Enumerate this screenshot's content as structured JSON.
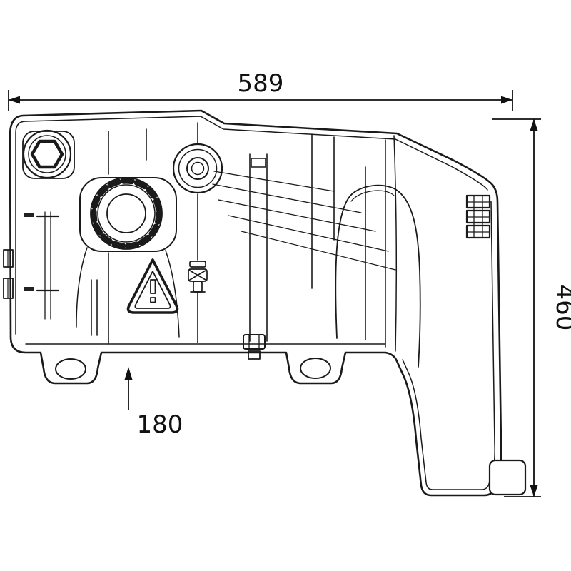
{
  "page": {
    "background": "#ffffff",
    "line_color": "#1a1a1a",
    "text_color": "#111111"
  },
  "dimension_labels": {
    "width": "589",
    "height": "460",
    "bracket_offset": "180"
  },
  "icons": {
    "warning": "warning-triangle-with-exclamation",
    "plug": "hexagon-plug",
    "cap": "knurled-filler-cap"
  }
}
